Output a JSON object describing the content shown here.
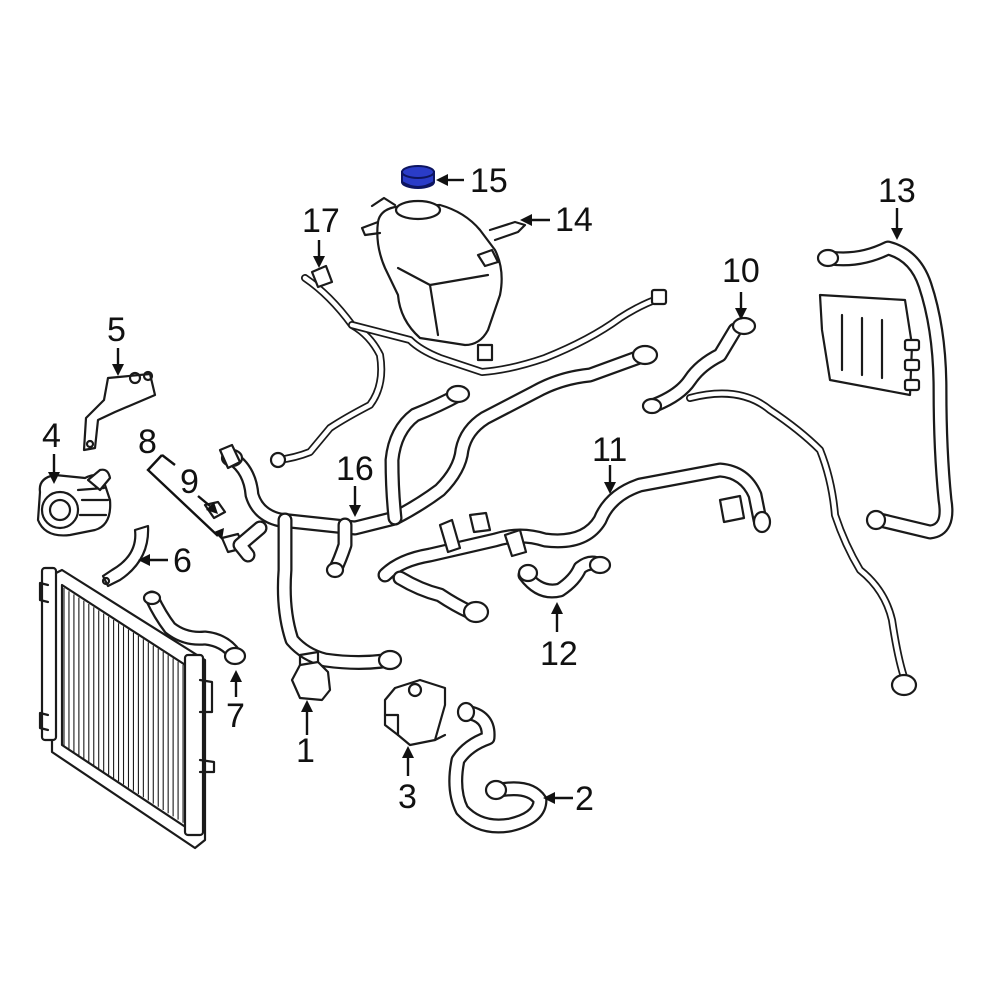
{
  "diagram": {
    "highlight_color": "#2a3cc8",
    "line_color": "#1a1a1a",
    "callouts": [
      {
        "id": "1",
        "label": "1"
      },
      {
        "id": "2",
        "label": "2"
      },
      {
        "id": "3",
        "label": "3"
      },
      {
        "id": "4",
        "label": "4"
      },
      {
        "id": "5",
        "label": "5"
      },
      {
        "id": "6",
        "label": "6"
      },
      {
        "id": "7",
        "label": "7"
      },
      {
        "id": "8",
        "label": "8"
      },
      {
        "id": "9",
        "label": "9"
      },
      {
        "id": "10",
        "label": "10"
      },
      {
        "id": "11",
        "label": "11"
      },
      {
        "id": "12",
        "label": "12"
      },
      {
        "id": "13",
        "label": "13"
      },
      {
        "id": "14",
        "label": "14"
      },
      {
        "id": "15",
        "label": "15"
      },
      {
        "id": "16",
        "label": "16"
      },
      {
        "id": "17",
        "label": "17"
      }
    ],
    "highlighted_part": "15"
  }
}
